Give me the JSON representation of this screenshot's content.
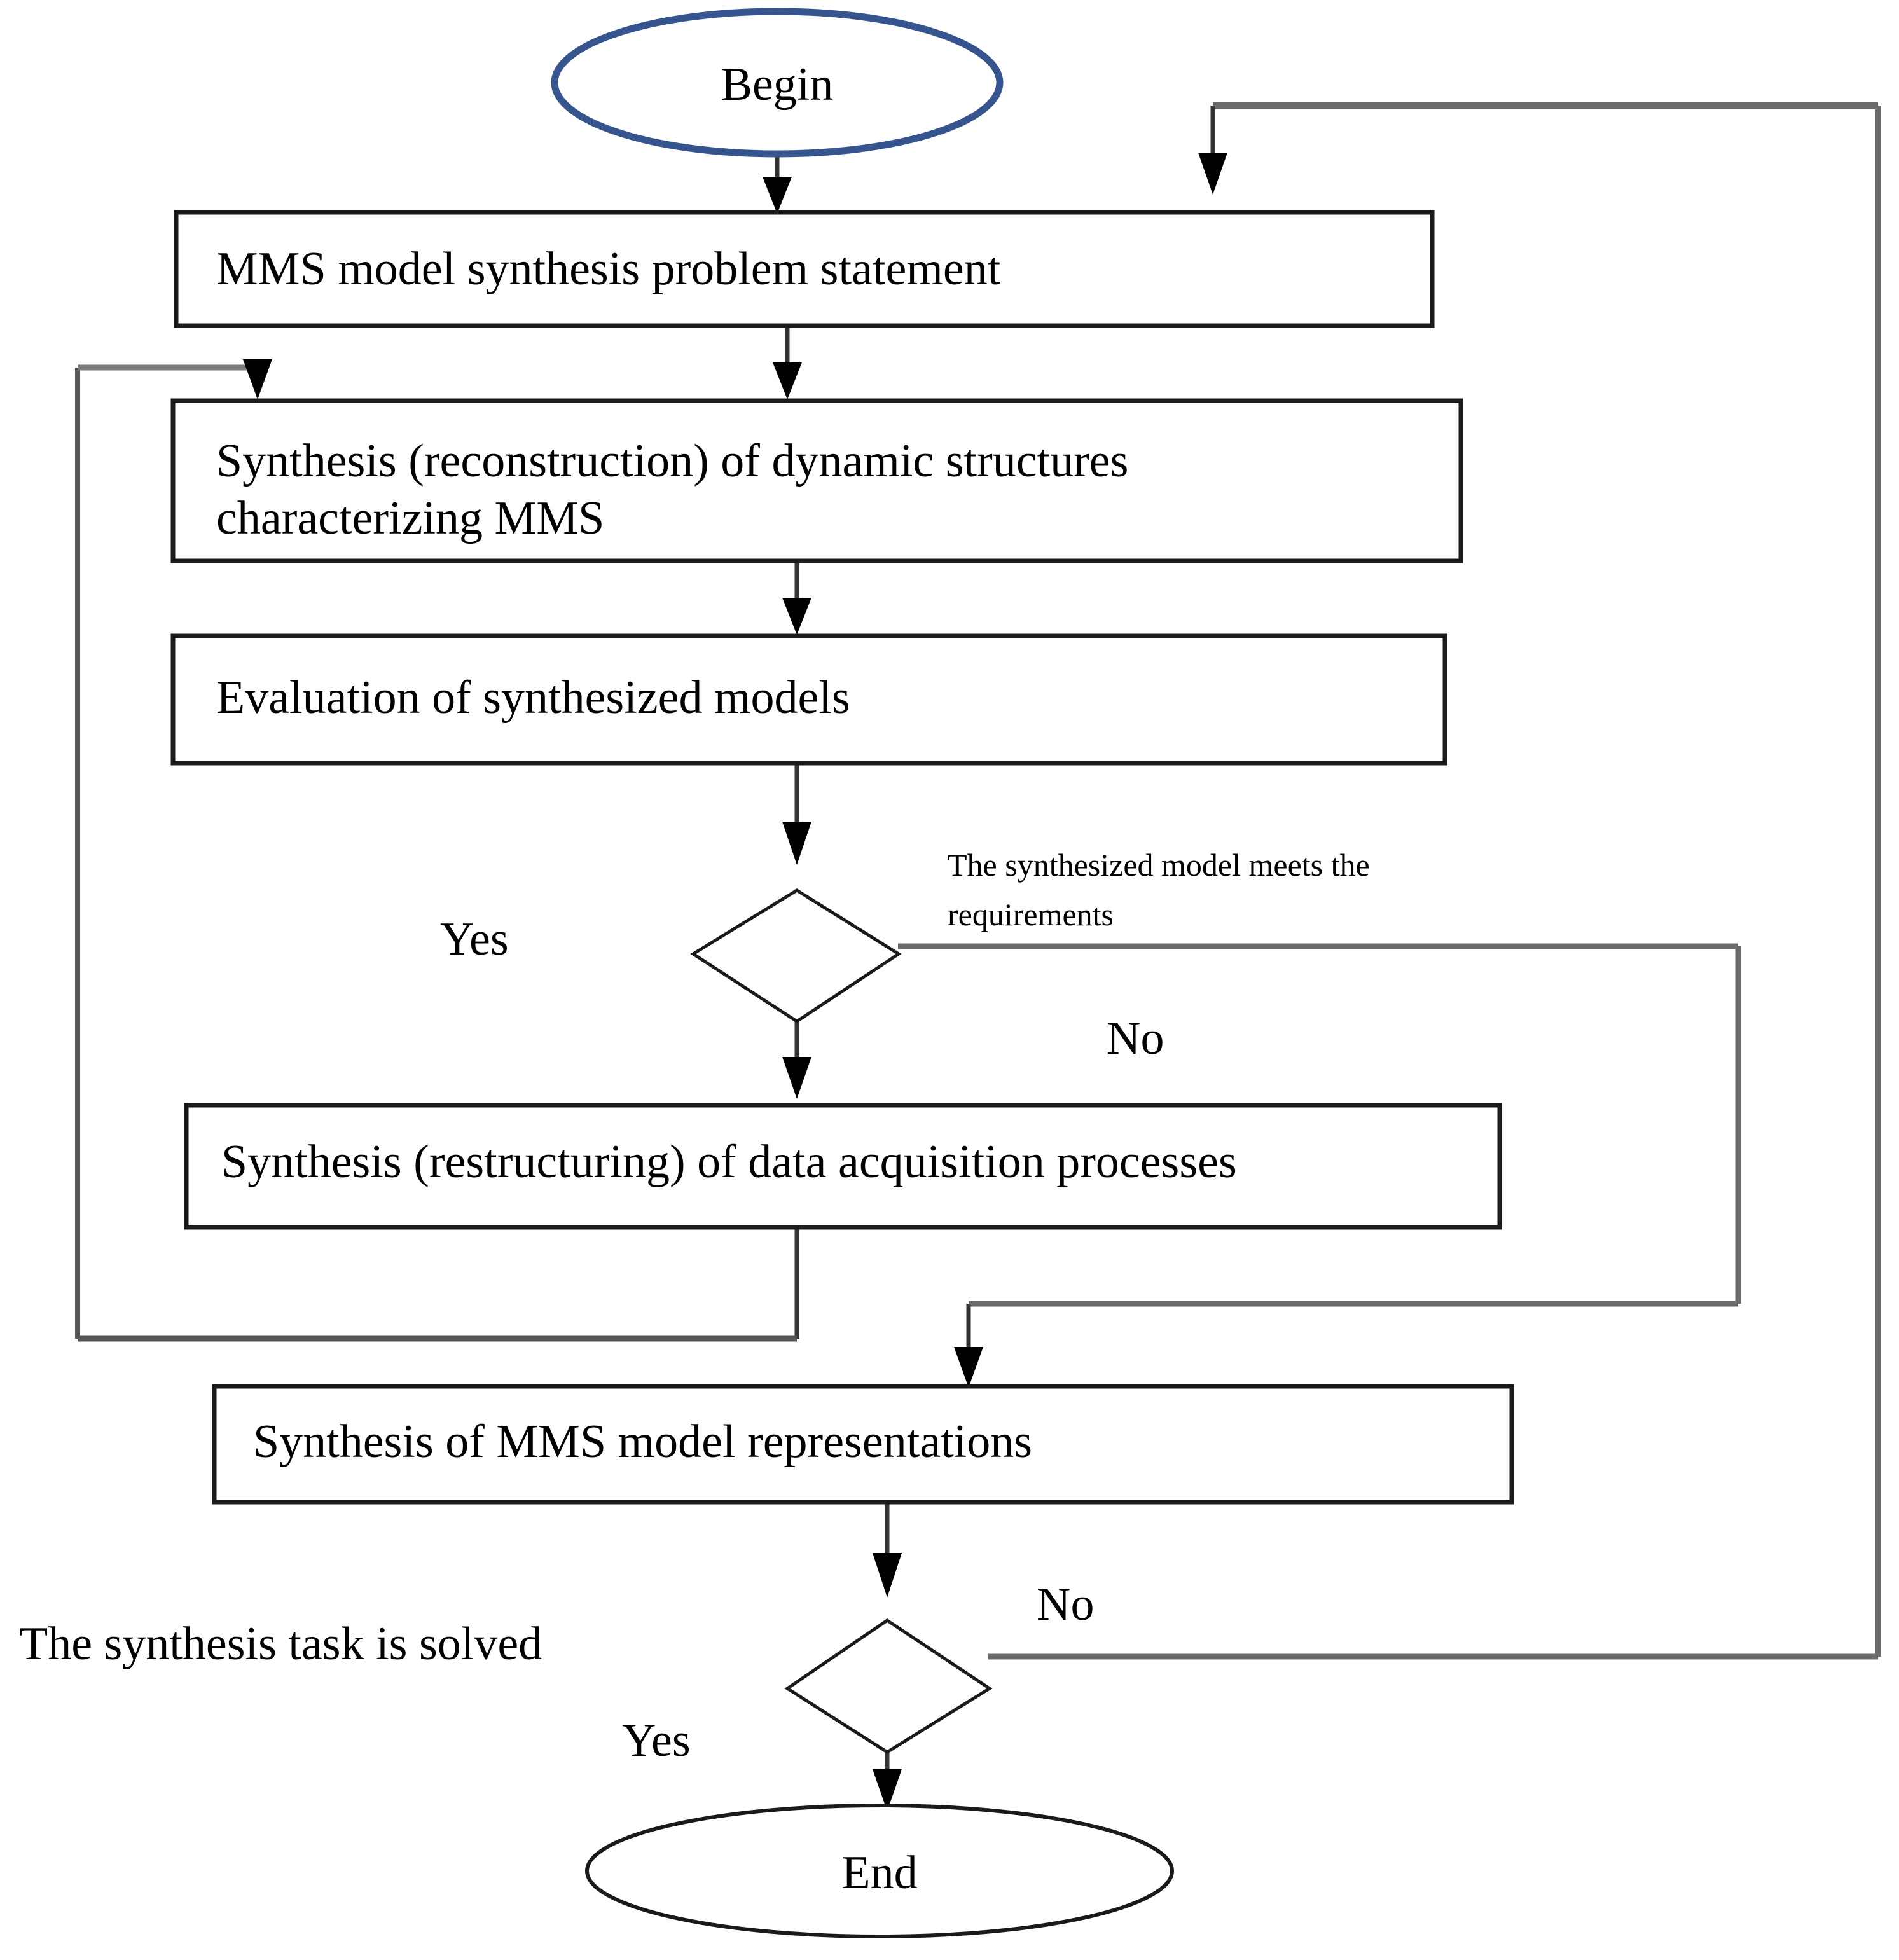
{
  "diagram": {
    "title": "MMS model synthesis flowchart",
    "type": "flowchart",
    "colors": {
      "begin_border": "#36558f",
      "end_border": "#1a1a1a",
      "box_border": "#1a1a1a",
      "diamond_border": "#1a1a1a",
      "connector": "#6b6b6b",
      "arrow": "#000000",
      "background": "#ffffff",
      "text": "#000000"
    },
    "nodes": {
      "begin": {
        "kind": "terminal",
        "label": "Begin"
      },
      "problem_statement": {
        "kind": "process",
        "label": "MMS model synthesis problem statement"
      },
      "synthesis_structures": {
        "kind": "process",
        "label": "Synthesis (reconstruction) of dynamic structures\n characterizing MMS"
      },
      "evaluation": {
        "kind": "process",
        "label": "Evaluation of synthesized models"
      },
      "decision_model": {
        "kind": "decision",
        "label": ""
      },
      "restructuring": {
        "kind": "process",
        "label": "Synthesis (restructuring) of data acquisition processes"
      },
      "representations": {
        "kind": "process",
        "label": "Synthesis of MMS model representations"
      },
      "decision_task": {
        "kind": "decision",
        "label": ""
      },
      "end": {
        "kind": "terminal",
        "label": "End"
      }
    },
    "annotations": {
      "condition_model": "The synthesized model meets the\nrequirements",
      "condition_task": "The synthesis task is solved",
      "yes_model": "Yes",
      "no_model": "No",
      "yes_task": "Yes",
      "no_task": "No"
    },
    "edges": [
      {
        "from": "begin",
        "to": "problem_statement",
        "label": ""
      },
      {
        "from": "problem_statement",
        "to": "synthesis_structures",
        "label": ""
      },
      {
        "from": "synthesis_structures",
        "to": "evaluation",
        "label": ""
      },
      {
        "from": "evaluation",
        "to": "decision_model",
        "label": ""
      },
      {
        "from": "decision_model",
        "to": "restructuring",
        "label": "Yes"
      },
      {
        "from": "decision_model",
        "to": "representations",
        "label": "No"
      },
      {
        "from": "restructuring",
        "to": "synthesis_structures",
        "label": ""
      },
      {
        "from": "representations",
        "to": "decision_task",
        "label": ""
      },
      {
        "from": "decision_task",
        "to": "end",
        "label": "Yes"
      },
      {
        "from": "decision_task",
        "to": "problem_statement",
        "label": "No"
      }
    ]
  }
}
